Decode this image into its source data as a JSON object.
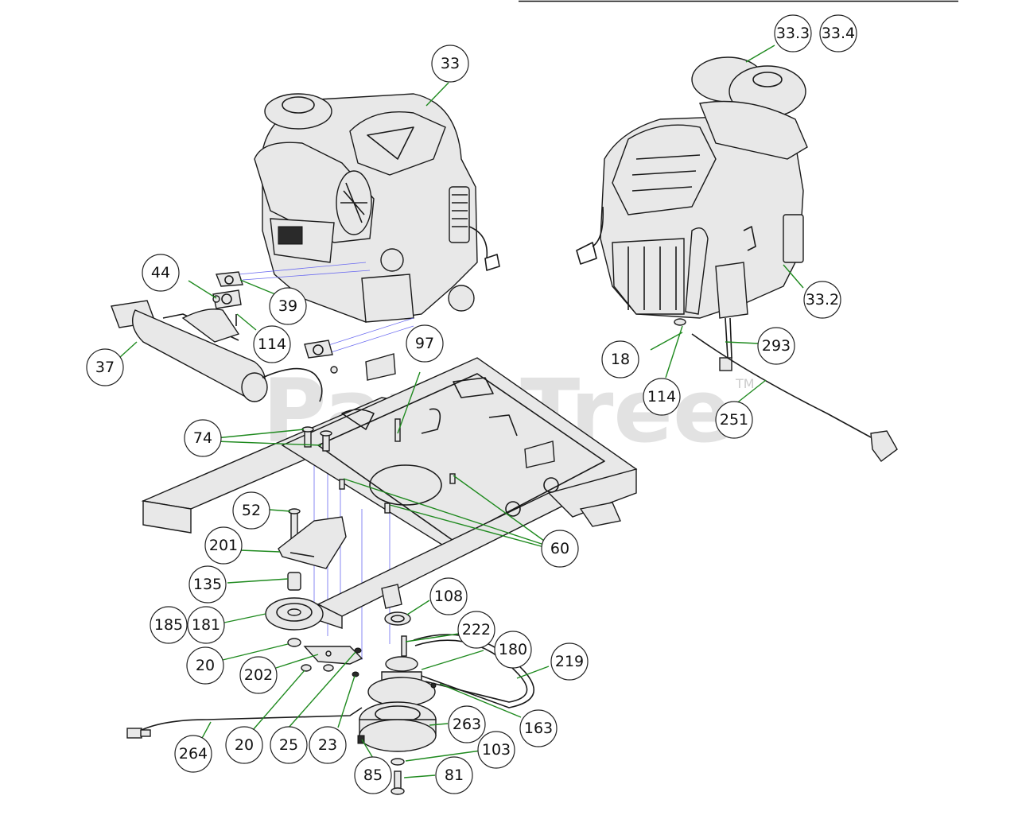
{
  "watermark": {
    "text": "PartsTree",
    "trademark": "TM"
  },
  "callouts": [
    {
      "id": "c-33",
      "label": "33"
    },
    {
      "id": "c-33-3",
      "label": "33.3"
    },
    {
      "id": "c-33-4",
      "label": "33.4"
    },
    {
      "id": "c-44",
      "label": "44"
    },
    {
      "id": "c-39",
      "label": "39"
    },
    {
      "id": "c-114a",
      "label": "114"
    },
    {
      "id": "c-37",
      "label": "37"
    },
    {
      "id": "c-97",
      "label": "97"
    },
    {
      "id": "c-33-2",
      "label": "33.2"
    },
    {
      "id": "c-18",
      "label": "18"
    },
    {
      "id": "c-293",
      "label": "293"
    },
    {
      "id": "c-114b",
      "label": "114"
    },
    {
      "id": "c-251",
      "label": "251"
    },
    {
      "id": "c-74",
      "label": "74"
    },
    {
      "id": "c-52",
      "label": "52"
    },
    {
      "id": "c-60",
      "label": "60"
    },
    {
      "id": "c-201",
      "label": "201"
    },
    {
      "id": "c-135",
      "label": "135"
    },
    {
      "id": "c-108",
      "label": "108"
    },
    {
      "id": "c-185",
      "label": "185"
    },
    {
      "id": "c-181",
      "label": "181"
    },
    {
      "id": "c-222",
      "label": "222"
    },
    {
      "id": "c-180",
      "label": "180"
    },
    {
      "id": "c-219",
      "label": "219"
    },
    {
      "id": "c-20a",
      "label": "20"
    },
    {
      "id": "c-202",
      "label": "202"
    },
    {
      "id": "c-263",
      "label": "263"
    },
    {
      "id": "c-163",
      "label": "163"
    },
    {
      "id": "c-264",
      "label": "264"
    },
    {
      "id": "c-20b",
      "label": "20"
    },
    {
      "id": "c-25",
      "label": "25"
    },
    {
      "id": "c-23",
      "label": "23"
    },
    {
      "id": "c-103",
      "label": "103"
    },
    {
      "id": "c-85",
      "label": "85"
    },
    {
      "id": "c-81",
      "label": "81"
    }
  ]
}
